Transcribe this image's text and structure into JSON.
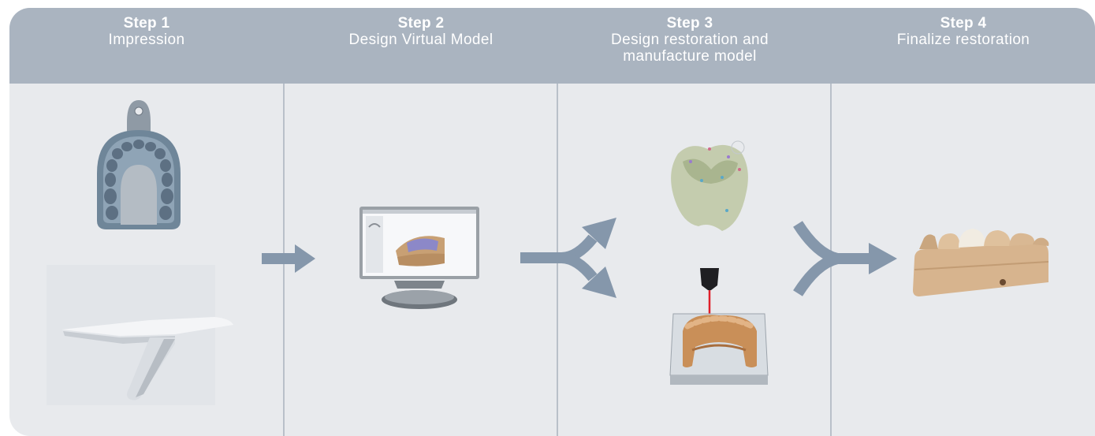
{
  "steps": [
    {
      "number": "Step 1",
      "title": "Impression"
    },
    {
      "number": "Step 2",
      "title": "Design Virtual Model"
    },
    {
      "number": "Step 3",
      "title": "Design restoration and manufacture model"
    },
    {
      "number": "Step 4",
      "title": "Finalize restoration"
    }
  ],
  "colors": {
    "header": "#aab4c0",
    "panel": "#e8eaed",
    "arrow": "#8597ab",
    "laser": "#e0202a",
    "model": "#d7b48e"
  },
  "icons": {
    "step1": [
      "impression-tray-icon",
      "intraoral-scanner-icon"
    ],
    "step2": [
      "monitor-icon"
    ],
    "step3": [
      "tooth-crown-icon",
      "milling-machine-icon"
    ],
    "step4": [
      "dental-model-icon"
    ]
  }
}
